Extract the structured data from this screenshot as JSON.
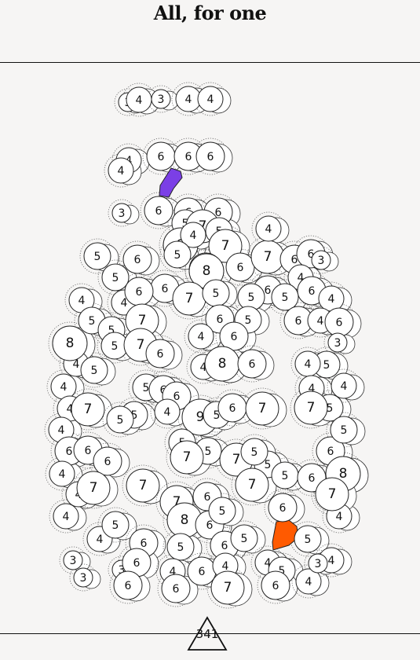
{
  "title": "All, for one",
  "counter": "341",
  "colors": {
    "background": "#f6f5f4",
    "circle_fill": "#ffffff",
    "stroke": "#222222",
    "highlight_purple": "#7b3fe6",
    "highlight_orange": "#ff5a00"
  },
  "circles": [
    [
      "3",
      "a"
    ],
    [
      "4",
      "a"
    ],
    [
      "3",
      "a"
    ],
    [
      "4",
      "a"
    ],
    [
      "4",
      "a"
    ],
    [
      "4",
      "b"
    ],
    [
      "6",
      "b"
    ],
    [
      "6",
      "b"
    ],
    [
      "6",
      "b"
    ],
    [
      "4",
      "b"
    ],
    [
      "6",
      "b"
    ],
    [
      "3",
      "b"
    ],
    [
      "6",
      "b"
    ],
    [
      "6",
      "b"
    ],
    [
      "5",
      "b"
    ],
    [
      "7",
      "b"
    ],
    [
      "5",
      "b"
    ],
    [
      "5",
      "c"
    ],
    [
      "6",
      "c"
    ],
    [
      "8",
      "c"
    ],
    [
      "5",
      "c"
    ],
    [
      "6",
      "c"
    ],
    [
      "7",
      "c"
    ],
    [
      "4",
      "c"
    ],
    [
      "5",
      "c"
    ],
    [
      "7",
      "c"
    ],
    [
      "8",
      "c"
    ],
    [
      "6",
      "c"
    ],
    [
      "7",
      "c"
    ],
    [
      "6",
      "d"
    ],
    [
      "6",
      "d"
    ],
    [
      "3",
      "d"
    ],
    [
      "4",
      "d"
    ],
    [
      "6",
      "d"
    ],
    [
      "6",
      "d"
    ],
    [
      "5",
      "d"
    ],
    [
      "4",
      "d"
    ],
    [
      "4",
      "d"
    ],
    [
      "5",
      "d"
    ],
    [
      "4",
      "d"
    ],
    [
      "4",
      "e"
    ],
    [
      "6",
      "e"
    ],
    [
      "5",
      "e"
    ],
    [
      "7",
      "e"
    ],
    [
      "7",
      "e"
    ],
    [
      "5",
      "e"
    ],
    [
      "5",
      "e"
    ],
    [
      "6",
      "e"
    ],
    [
      "5",
      "e"
    ],
    [
      "4",
      "e"
    ],
    [
      "6",
      "e"
    ],
    [
      "5",
      "e"
    ],
    [
      "6",
      "e"
    ],
    [
      "4",
      "f"
    ],
    [
      "6",
      "f"
    ],
    [
      "3",
      "f"
    ],
    [
      "5",
      "f"
    ],
    [
      "4",
      "f"
    ],
    [
      "5",
      "g"
    ],
    [
      "8",
      "g"
    ],
    [
      "4",
      "g"
    ],
    [
      "8",
      "g"
    ],
    [
      "7",
      "g"
    ],
    [
      "6",
      "g"
    ],
    [
      "4",
      "g"
    ],
    [
      "6",
      "g"
    ],
    [
      "5",
      "g"
    ],
    [
      "6",
      "g"
    ],
    [
      "4",
      "g"
    ],
    [
      "4",
      "h"
    ],
    [
      "7",
      "h"
    ],
    [
      "5",
      "h"
    ],
    [
      "6",
      "h"
    ],
    [
      "4",
      "h"
    ],
    [
      "9",
      "h"
    ],
    [
      "5",
      "h"
    ],
    [
      "5",
      "h"
    ],
    [
      "6",
      "h"
    ],
    [
      "7",
      "h"
    ],
    [
      "4",
      "h"
    ],
    [
      "5",
      "h"
    ],
    [
      "7",
      "h"
    ],
    [
      "4",
      "h"
    ],
    [
      "4",
      "i"
    ],
    [
      "6",
      "i"
    ],
    [
      "6",
      "i"
    ],
    [
      "5",
      "i"
    ],
    [
      "6",
      "i"
    ],
    [
      "5",
      "i"
    ],
    [
      "7",
      "i"
    ],
    [
      "7",
      "i"
    ],
    [
      "5",
      "i"
    ],
    [
      "6",
      "i"
    ],
    [
      "5",
      "i"
    ],
    [
      "5",
      "i"
    ],
    [
      "4",
      "i"
    ],
    [
      "4",
      "j"
    ],
    [
      "7",
      "j"
    ],
    [
      "7",
      "j"
    ],
    [
      "7",
      "j"
    ],
    [
      "6",
      "j"
    ],
    [
      "7",
      "j"
    ],
    [
      "6",
      "j"
    ],
    [
      "6",
      "j"
    ],
    [
      "5",
      "j"
    ],
    [
      "5",
      "j"
    ],
    [
      "8",
      "j"
    ],
    [
      "4",
      "j"
    ],
    [
      "4",
      "j"
    ],
    [
      "4",
      "k"
    ],
    [
      "5",
      "k"
    ],
    [
      "6",
      "k"
    ],
    [
      "8",
      "k"
    ],
    [
      "6",
      "k"
    ],
    [
      "5",
      "k"
    ],
    [
      "6",
      "k"
    ],
    [
      "5",
      "k"
    ],
    [
      "5",
      "k"
    ],
    [
      "5",
      "k"
    ],
    [
      "3",
      "k"
    ],
    [
      "3",
      "l"
    ],
    [
      "3",
      "l"
    ],
    [
      "6",
      "l"
    ],
    [
      "6",
      "l"
    ],
    [
      "4",
      "l"
    ],
    [
      "6",
      "l"
    ],
    [
      "6",
      "l"
    ],
    [
      "4",
      "l"
    ],
    [
      "7",
      "l"
    ],
    [
      "4",
      "l"
    ],
    [
      "5",
      "l"
    ],
    [
      "6",
      "l"
    ],
    [
      "4",
      "l"
    ],
    [
      "4",
      "l"
    ],
    [
      "3",
      "l"
    ],
    [
      "7",
      "l"
    ],
    [
      "8",
      "l"
    ]
  ]
}
